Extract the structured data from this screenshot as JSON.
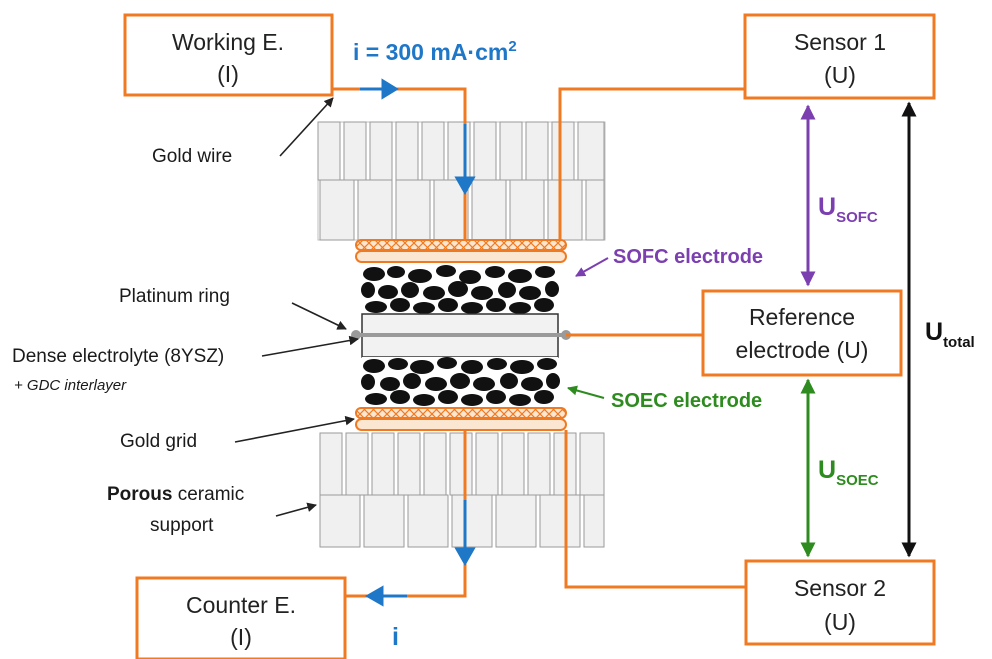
{
  "boxes": {
    "working": {
      "line1": "Working E.",
      "line2": "(I)"
    },
    "sensor1": {
      "line1": "Sensor 1",
      "line2": "(U)"
    },
    "reference": {
      "line1": "Reference",
      "line2": "electrode (U)"
    },
    "sensor2": {
      "line1": "Sensor 2",
      "line2": "(U)"
    },
    "counter": {
      "line1": "Counter E.",
      "line2": "(I)"
    }
  },
  "current": {
    "top_label": "i = 300 mA·cm",
    "top_sup": "2",
    "bottom_label": "i"
  },
  "voltages": {
    "sofc": {
      "main": "U",
      "sub": "SOFC"
    },
    "soec": {
      "main": "U",
      "sub": "SOEC"
    },
    "total": {
      "main": "U",
      "sub": "total"
    }
  },
  "electrodes": {
    "sofc": "SOFC electrode",
    "soec": "SOEC electrode"
  },
  "labels": {
    "gold_wire": "Gold wire",
    "platinum_ring": "Platinum ring",
    "electrolyte": "Dense electrolyte (8YSZ)",
    "interlayer": "+ GDC interlayer",
    "gold_grid": "Gold grid",
    "porous_bold": "Porous",
    "porous_rest": " ceramic",
    "support": "support"
  },
  "colors": {
    "orange": "#f07a22",
    "blue": "#1f77c8",
    "purple": "#7b3fb0",
    "green": "#2e8b1f",
    "black": "#111111"
  }
}
